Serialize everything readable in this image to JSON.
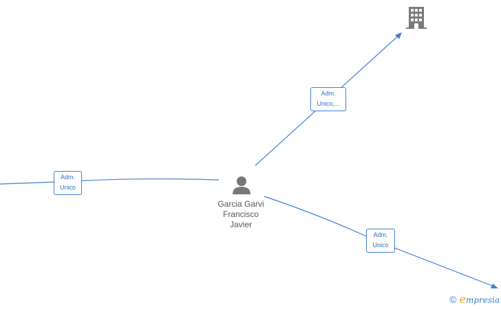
{
  "nodes": {
    "person": {
      "name_lines": [
        "Garcia Garvi",
        "Francisco",
        "Javier"
      ],
      "icon": "person-icon"
    },
    "company_top": {
      "icon": "building-icon"
    }
  },
  "edges": {
    "left": {
      "label_lines": [
        "Adm.",
        "Unico"
      ]
    },
    "top": {
      "label_lines": [
        "Adm.",
        "Unico,..."
      ]
    },
    "bottom": {
      "label_lines": [
        "Adm.",
        "Unico"
      ]
    }
  },
  "footer": {
    "copyright_symbol": "©",
    "brand_initial": "e",
    "brand_rest": "mpresia"
  },
  "colors": {
    "edge": "#3f7fd0",
    "icon": "#777777",
    "brand_accent": "#f0a020"
  }
}
